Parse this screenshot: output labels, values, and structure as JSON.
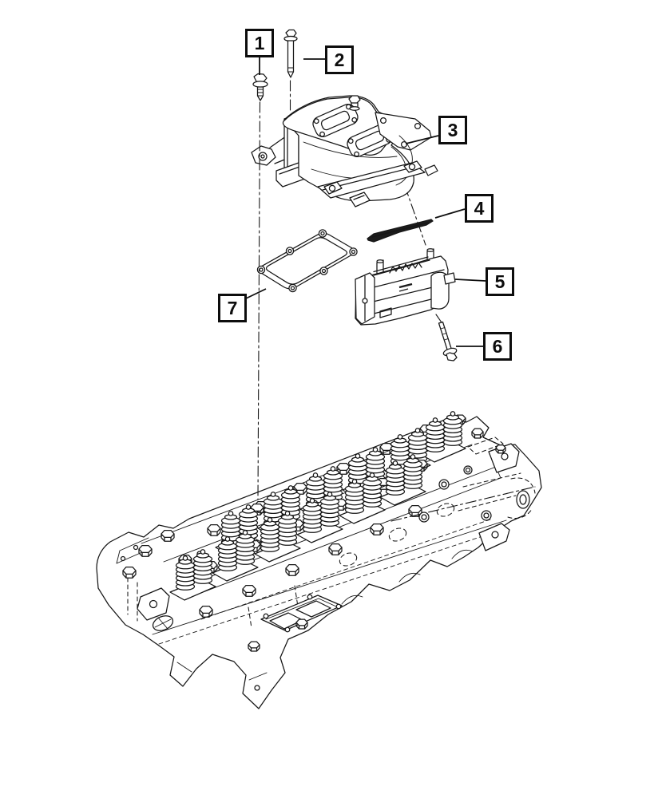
{
  "figure": {
    "background_color": "#ffffff",
    "line_color": "#161616",
    "callouts": [
      {
        "label": "1"
      },
      {
        "label": "2"
      },
      {
        "label": "3"
      },
      {
        "label": "4"
      },
      {
        "label": "5"
      },
      {
        "label": "6"
      },
      {
        "label": "7"
      }
    ]
  }
}
